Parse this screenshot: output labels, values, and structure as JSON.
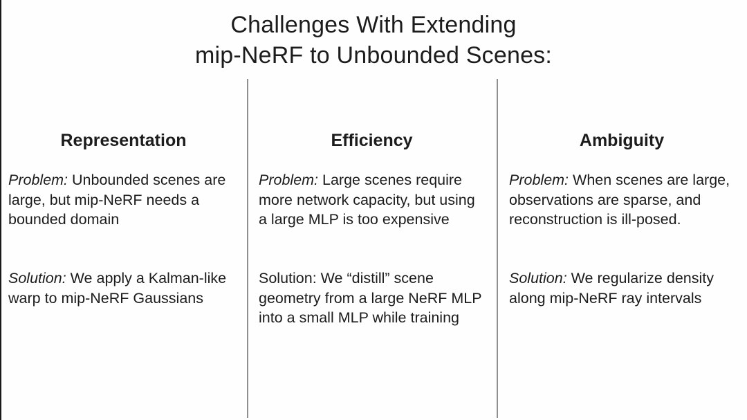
{
  "colors": {
    "text": "#1c1c1c",
    "divider": "#8f8f8f",
    "edge": "#1a1a1a",
    "background": "#fefefe"
  },
  "slide": {
    "title_line1": "Challenges With Extending",
    "title_line2": "mip-NeRF to Unbounded Scenes:",
    "columns": [
      {
        "header": "Representation",
        "problem_label": "Problem:",
        "problem_text": " Unbounded scenes are large, but mip-NeRF needs a bounded domain",
        "solution_label": "Solution:",
        "solution_text": " We apply a Kalman-like warp to mip-NeRF Gaussians"
      },
      {
        "header": "Efficiency",
        "problem_label": "Problem:",
        "problem_text": " Large scenes require more network capacity, but using a large MLP is too expensive",
        "solution_label": "Solution:",
        "solution_text": " We “distill” scene geometry from a large NeRF MLP into a small MLP while training"
      },
      {
        "header": "Ambiguity",
        "problem_label": "Problem:",
        "problem_text": " When scenes are large, observations are sparse, and reconstruction is ill-posed.",
        "solution_label": "Solution:",
        "solution_text": " We regularize density along mip-NeRF ray intervals"
      }
    ]
  }
}
